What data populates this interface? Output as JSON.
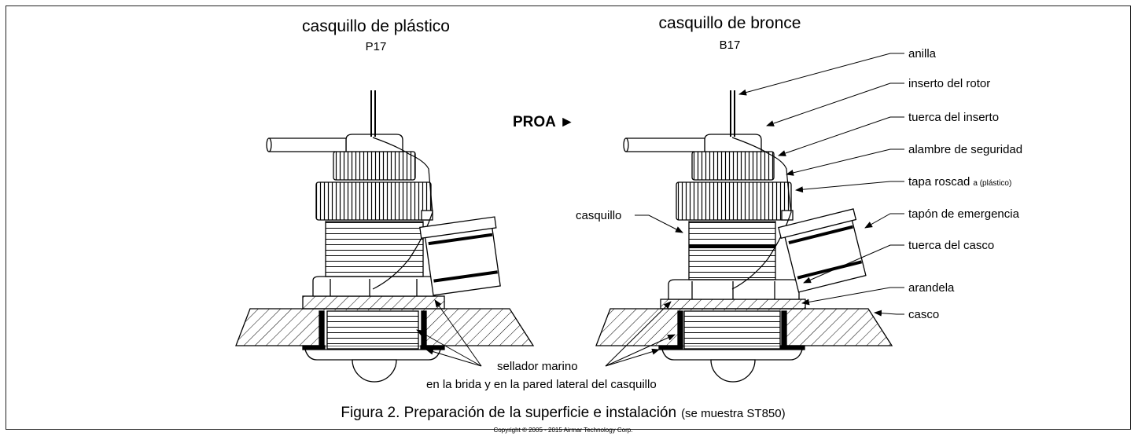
{
  "left_title": "casquillo de plástico",
  "left_model": "P17",
  "right_title": "casquillo de bronce",
  "right_model": "B17",
  "bow_label": "PROA ►",
  "labels": {
    "anilla": "anilla",
    "inserto_rotor": "inserto del rotor",
    "tuerca_inserto": "tuerca del inserto",
    "alambre": "alambre de seguridad",
    "tapa_roscada_main": "tapa roscad",
    "tapa_roscada_suffix": "a (plástico)",
    "casquillo": "casquillo",
    "tapon": "tapón de emergencia",
    "tuerca_casco": "tuerca del casco",
    "arandela": "arandela",
    "casco": "casco",
    "sellador_line1": "sellador marino",
    "sellador_line2": "en la brida y en la pared lateral del casquillo"
  },
  "caption_main": "Figura 2. Preparación de la superficie e instalación",
  "caption_note": "(se muestra ST850)",
  "copyright": "Copyright © 2005 - 2015 Airmar Technology Corp."
}
